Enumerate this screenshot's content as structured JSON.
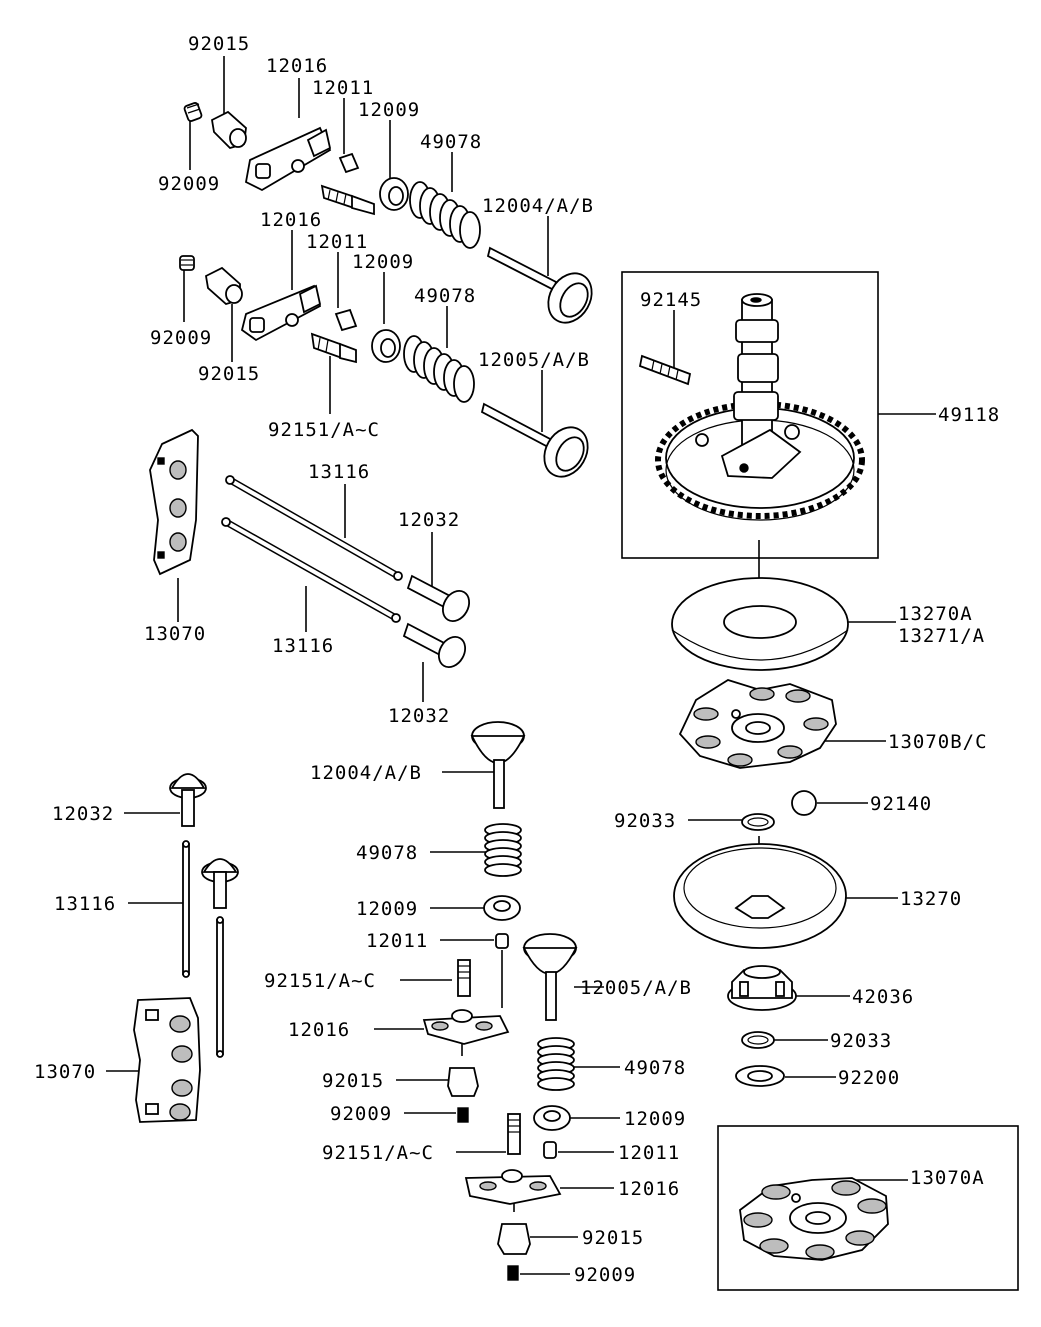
{
  "labels": {
    "l_92015_a": "92015",
    "l_12016_a": "12016",
    "l_12011_a": "12011",
    "l_12009_a": "12009",
    "l_49078_a": "49078",
    "l_92009_a": "92009",
    "l_12004_a": "12004/A/B",
    "l_12016_b": "12016",
    "l_12011_b": "12011",
    "l_12009_b": "12009",
    "l_49078_b": "49078",
    "l_92009_b": "92009",
    "l_92015_b": "92015",
    "l_12005_a": "12005/A/B",
    "l_92151_a": "92151/A~C",
    "l_92145": "92145",
    "l_49118": "49118",
    "l_13116_a": "13116",
    "l_12032_a": "12032",
    "l_13070_a": "13070",
    "l_13116_b": "13116",
    "l_12032_b": "12032",
    "l_13270A": "13270A",
    "l_13271A": "13271/A",
    "l_13070BC": "13070B/C",
    "l_12004_b": "12004/A/B",
    "l_12032_c": "12032",
    "l_92033_a": "92033",
    "l_92140": "92140",
    "l_49078_c": "49078",
    "l_13116_c": "13116",
    "l_12009_c": "12009",
    "l_13270": "13270",
    "l_12011_c": "12011",
    "l_92151_b": "92151/A~C",
    "l_12005_b": "12005/A/B",
    "l_42036": "42036",
    "l_12016_c": "12016",
    "l_92033_b": "92033",
    "l_13070_b": "13070",
    "l_49078_d": "49078",
    "l_92015_c": "92015",
    "l_92200": "92200",
    "l_92009_c": "92009",
    "l_12009_d": "12009",
    "l_92151_c": "92151/A~C",
    "l_12011_d": "12011",
    "l_13070A": "13070A",
    "l_12016_d": "12016",
    "l_92015_d": "92015",
    "l_92009_d": "92009"
  }
}
